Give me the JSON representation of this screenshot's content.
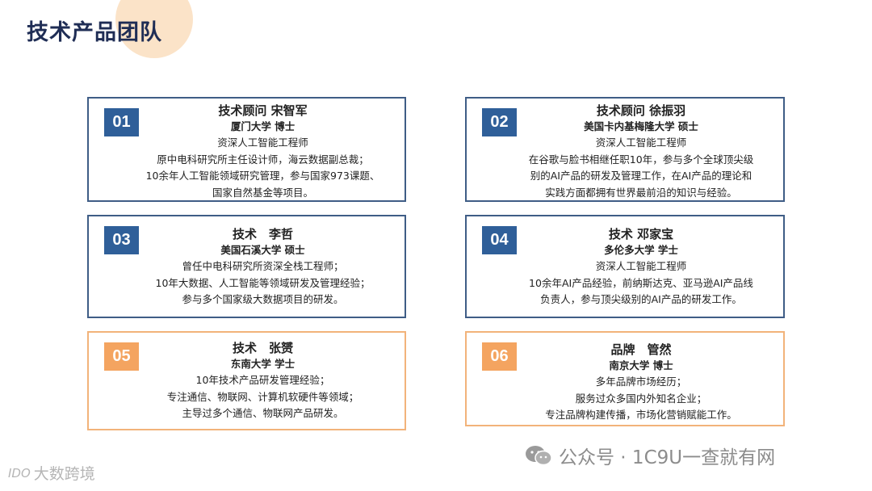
{
  "title": "技术产品团队",
  "members": [
    {
      "number": "01",
      "name": "技术顾问 宋智军",
      "school": "厦门大学 博士",
      "desc": [
        "资深人工智能工程师",
        "原中电科研究所主任设计师，海云数据副总裁；",
        "10余年人工智能领域研究管理，参与国家973课题、",
        "国家自然基金等项目。"
      ]
    },
    {
      "number": "02",
      "name": "技术顾问 徐振羽",
      "school": "美国卡内基梅隆大学 硕士",
      "desc": [
        "资深人工智能工程师",
        "在谷歌与脸书相继任职10年，参与多个全球顶尖级",
        "别的AI产品的研发及管理工作，在AI产品的理论和",
        "实践方面都拥有世界最前沿的知识与经验。"
      ]
    },
    {
      "number": "03",
      "name": "技术　李哲",
      "school": "美国石溪大学 硕士",
      "desc": [
        "曾任中电科研究所资深全栈工程师；",
        "10年大数据、人工智能等领域研发及管理经验；",
        "参与多个国家级大数据项目的研发。"
      ]
    },
    {
      "number": "04",
      "name": "技术 邓家宝",
      "school": "多伦多大学 学士",
      "desc": [
        "资深人工智能工程师",
        "10余年AI产品经验，前纳斯达克、亚马逊AI产品线",
        "负责人，参与顶尖级别的AI产品的研发工作。"
      ]
    },
    {
      "number": "05",
      "name": "技术　张赟",
      "school": "东南大学 学士",
      "desc": [
        "10年技术产品研发管理经验；",
        "专注通信、物联网、计算机软硬件等领域；",
        "主导过多个通信、物联网产品研发。"
      ]
    },
    {
      "number": "06",
      "name": "品牌　管然",
      "school": "南京大学 博士",
      "desc": [
        "多年品牌市场经历；",
        "服务过众多国内外知名企业；",
        "专注品牌构建传播，市场化营销赋能工作。"
      ]
    }
  ],
  "watermark": "公众号 · 1C9U一查就有网",
  "logo_text": "大数跨境",
  "logo_prefix": "IDO",
  "colors": {
    "navy": "#1f2d55",
    "blue_border": "#3f5d86",
    "blue_badge": "#2f5f99",
    "orange_border": "#f2b37a",
    "orange_badge": "#f4a460",
    "deco": "#fbe3c8"
  }
}
